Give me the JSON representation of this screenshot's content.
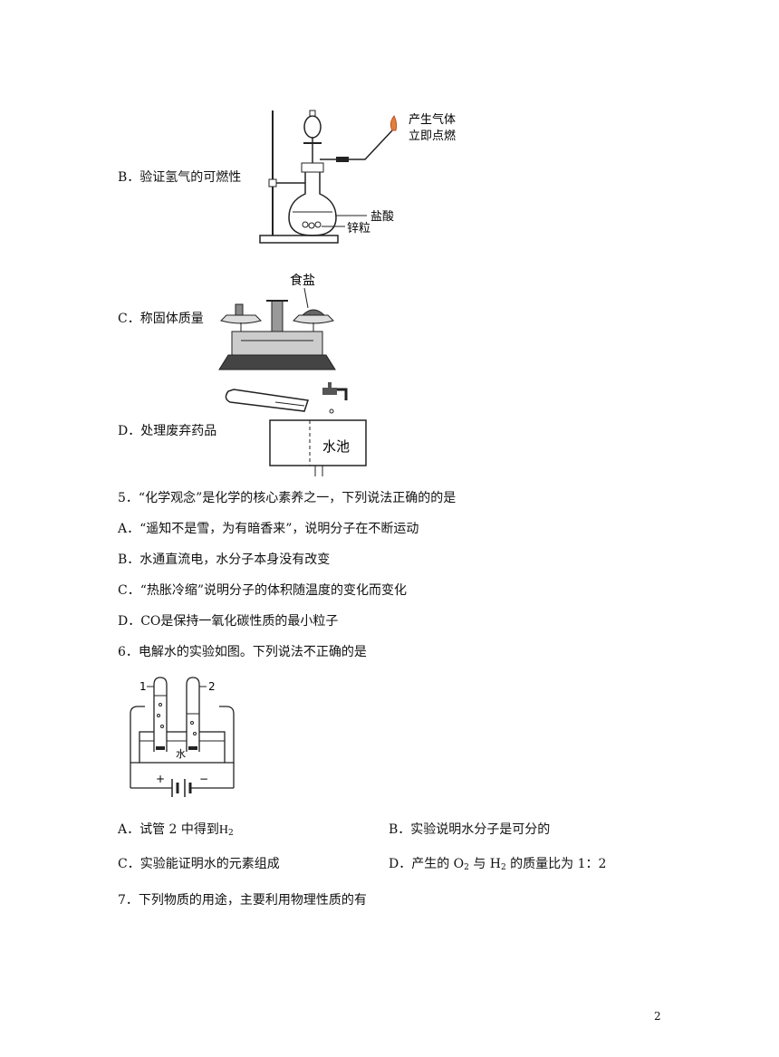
{
  "options_top": {
    "B": {
      "label": "B．验证氢气的可燃性",
      "fig_gas": "产生气体",
      "fig_ignite": "立即点燃",
      "fig_acid": "盐酸",
      "fig_zinc": "锌粒"
    },
    "C": {
      "label": "C．称固体质量",
      "fig_salt": "食盐"
    },
    "D": {
      "label": "D．处理废弃药品",
      "fig_sink": "水池"
    }
  },
  "q5": {
    "stem": "5．“化学观念”是化学的核心素养之一，下列说法正确的的是",
    "A": "A．“遥知不是雪，为有暗香来”，说明分子在不断运动",
    "B": "B．水通直流电，水分子本身没有改变",
    "C": "C．“热胀冷缩”说明分子的体积随温度的变化而变化",
    "D": "D．CO是保持一氧化碳性质的最小粒子"
  },
  "q6": {
    "stem": "6．电解水的实验如图。下列说法不正确的是",
    "fig_tube1": "1",
    "fig_tube2": "2",
    "fig_water": "水",
    "fig_plus": "+",
    "fig_minus": "−",
    "A_pre": "A．试管 2 中得到",
    "A_h": "H",
    "A_sub": "2",
    "B": "B．实验说明水分子是可分的",
    "C": "C．实验能证明水的元素组成",
    "D_pre": "D．产生的 O",
    "D_sub1": "2",
    "D_mid": " 与 H",
    "D_sub2": "2",
    "D_post": " 的质量比为 1：2"
  },
  "q7": {
    "stem": "7．下列物质的用途，主要利用物理性质的有"
  },
  "page_number": "2"
}
